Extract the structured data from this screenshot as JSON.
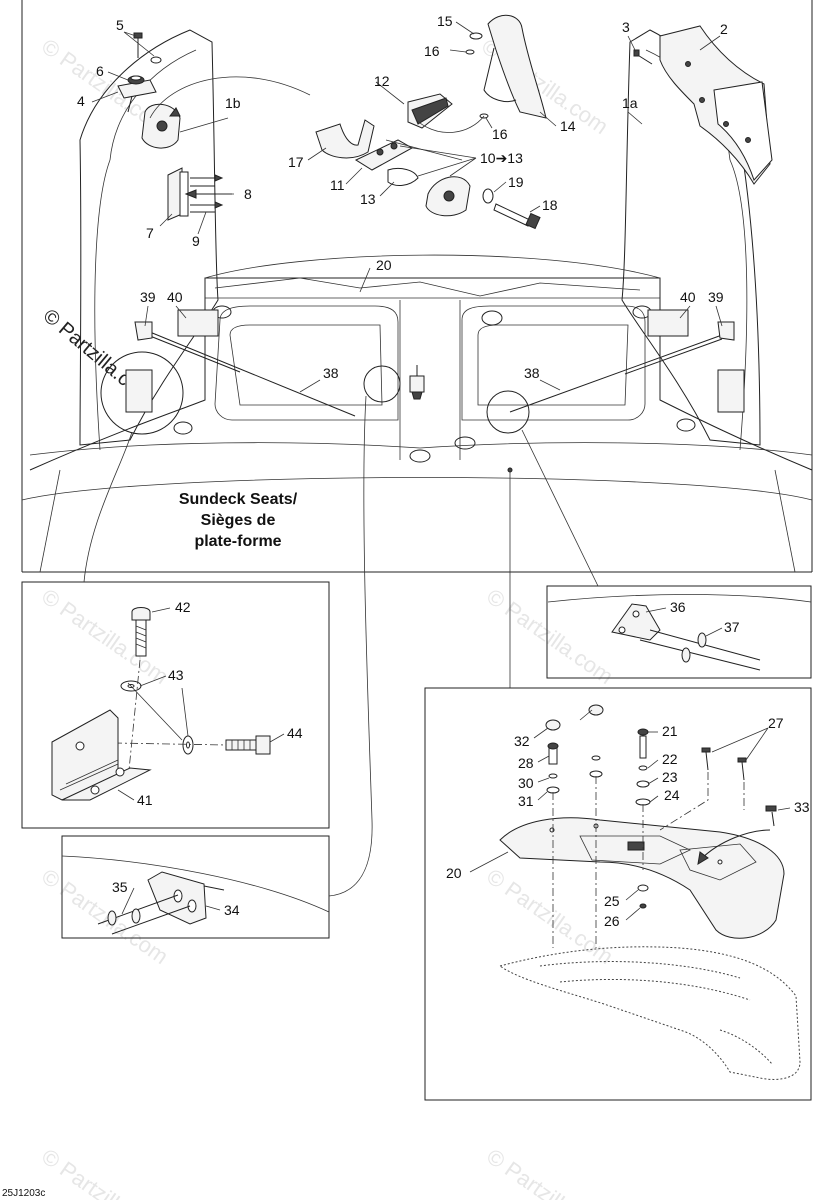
{
  "main_title": [
    "Sundeck Seats/",
    "Sièges de",
    "plate-forme"
  ],
  "diagram_code": "25J1203c",
  "watermark_text": "© Partzilla.com",
  "callouts": {
    "n1a": "1a",
    "n1b": "1b",
    "n2": "2",
    "n3": "3",
    "n4": "4",
    "n5": "5",
    "n6": "6",
    "n7": "7",
    "n8": "8",
    "n9": "9",
    "n10_13": "10➔13",
    "n11": "11",
    "n12": "12",
    "n13": "13",
    "n14": "14",
    "n15": "15",
    "n16a": "16",
    "n16b": "16",
    "n17": "17",
    "n18": "18",
    "n19": "19",
    "n20a": "20",
    "n20b": "20",
    "n21": "21",
    "n22": "22",
    "n23": "23",
    "n24": "24",
    "n25": "25",
    "n26": "26",
    "n27": "27",
    "n28": "28",
    "n30": "30",
    "n31": "31",
    "n32": "32",
    "n33": "33",
    "n34": "34",
    "n35": "35",
    "n36": "36",
    "n37": "37",
    "n38a": "38",
    "n38b": "38",
    "n39a": "39",
    "n39b": "39",
    "n40a": "40",
    "n40b": "40",
    "n41": "41",
    "n42": "42",
    "n43": "43",
    "n44": "44"
  }
}
